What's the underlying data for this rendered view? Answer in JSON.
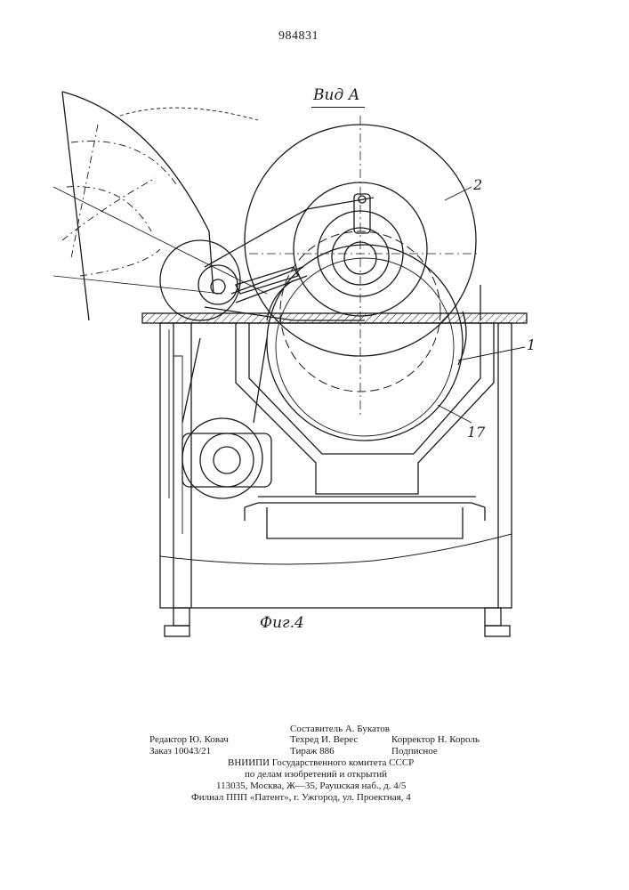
{
  "header": {
    "patent_number": "984831"
  },
  "drawing": {
    "view_label": "Вид А",
    "figure_caption": "Фиг.4",
    "callouts": {
      "c1": "1",
      "c2": "2",
      "c17": "17"
    }
  },
  "imprint": {
    "compiler": "Составитель А. Букатов",
    "editor": "Редактор Ю. Ковач",
    "techred": "Техред И. Верес",
    "corrector": "Корректор Н. Король",
    "order": "Заказ 10043/21",
    "circulation": "Тираж 886",
    "subscription": "Подписное",
    "institute_line1": "ВНИИПИ Государственного комитета СССР",
    "institute_line2": "по делам изобретений и открытий",
    "address": "113035, Москва, Ж—35, Раушская наб., д. 4/5",
    "branch": "Филиал ППП «Патент», г. Ужгород, ул. Проектная, 4"
  }
}
